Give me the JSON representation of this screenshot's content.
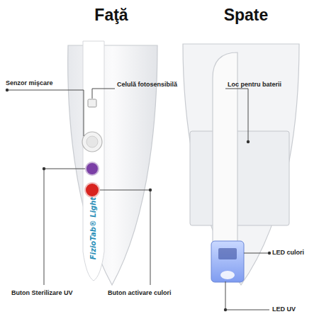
{
  "diagram": {
    "labels": [
      "Faţă",
      "Spate",
      "Senzor mişcare",
      "Celulă fotosensibilă",
      "Loc pentru baterii",
      "LED culori",
      "LED UV",
      "Buton Sterilizare UV",
      "Buton activare culori",
      "FizioTab® Light"
    ]
  }
}
